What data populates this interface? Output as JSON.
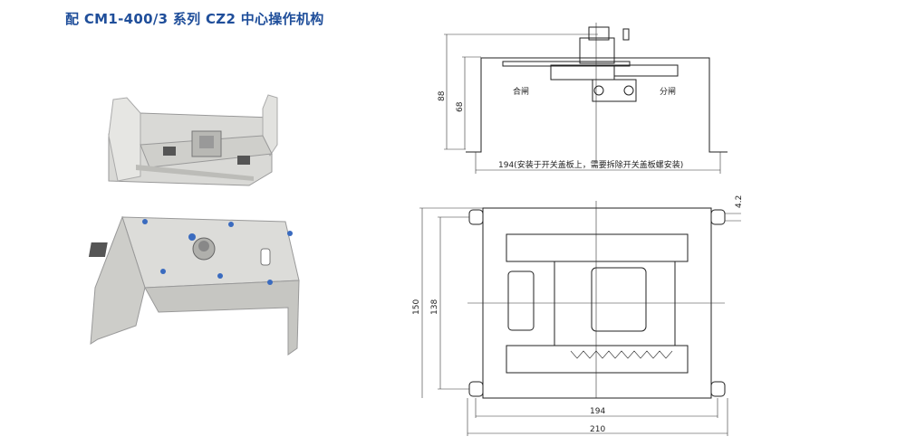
{
  "title": "配 CM1-400/3 系列 CZ2 中心操作机构",
  "side_view": {
    "dim_total_height": "88",
    "dim_bracket_height": "68",
    "label_close": "合闸",
    "label_open": "分闸",
    "dim_width_note": "194(安装于开关盖板上，需要拆除开关盖板螺安装)"
  },
  "top_view": {
    "dim_outer_height": "150",
    "dim_hole_height": "138",
    "dim_slot": "4.2",
    "dim_hole_width": "194",
    "dim_outer_width": "210"
  }
}
